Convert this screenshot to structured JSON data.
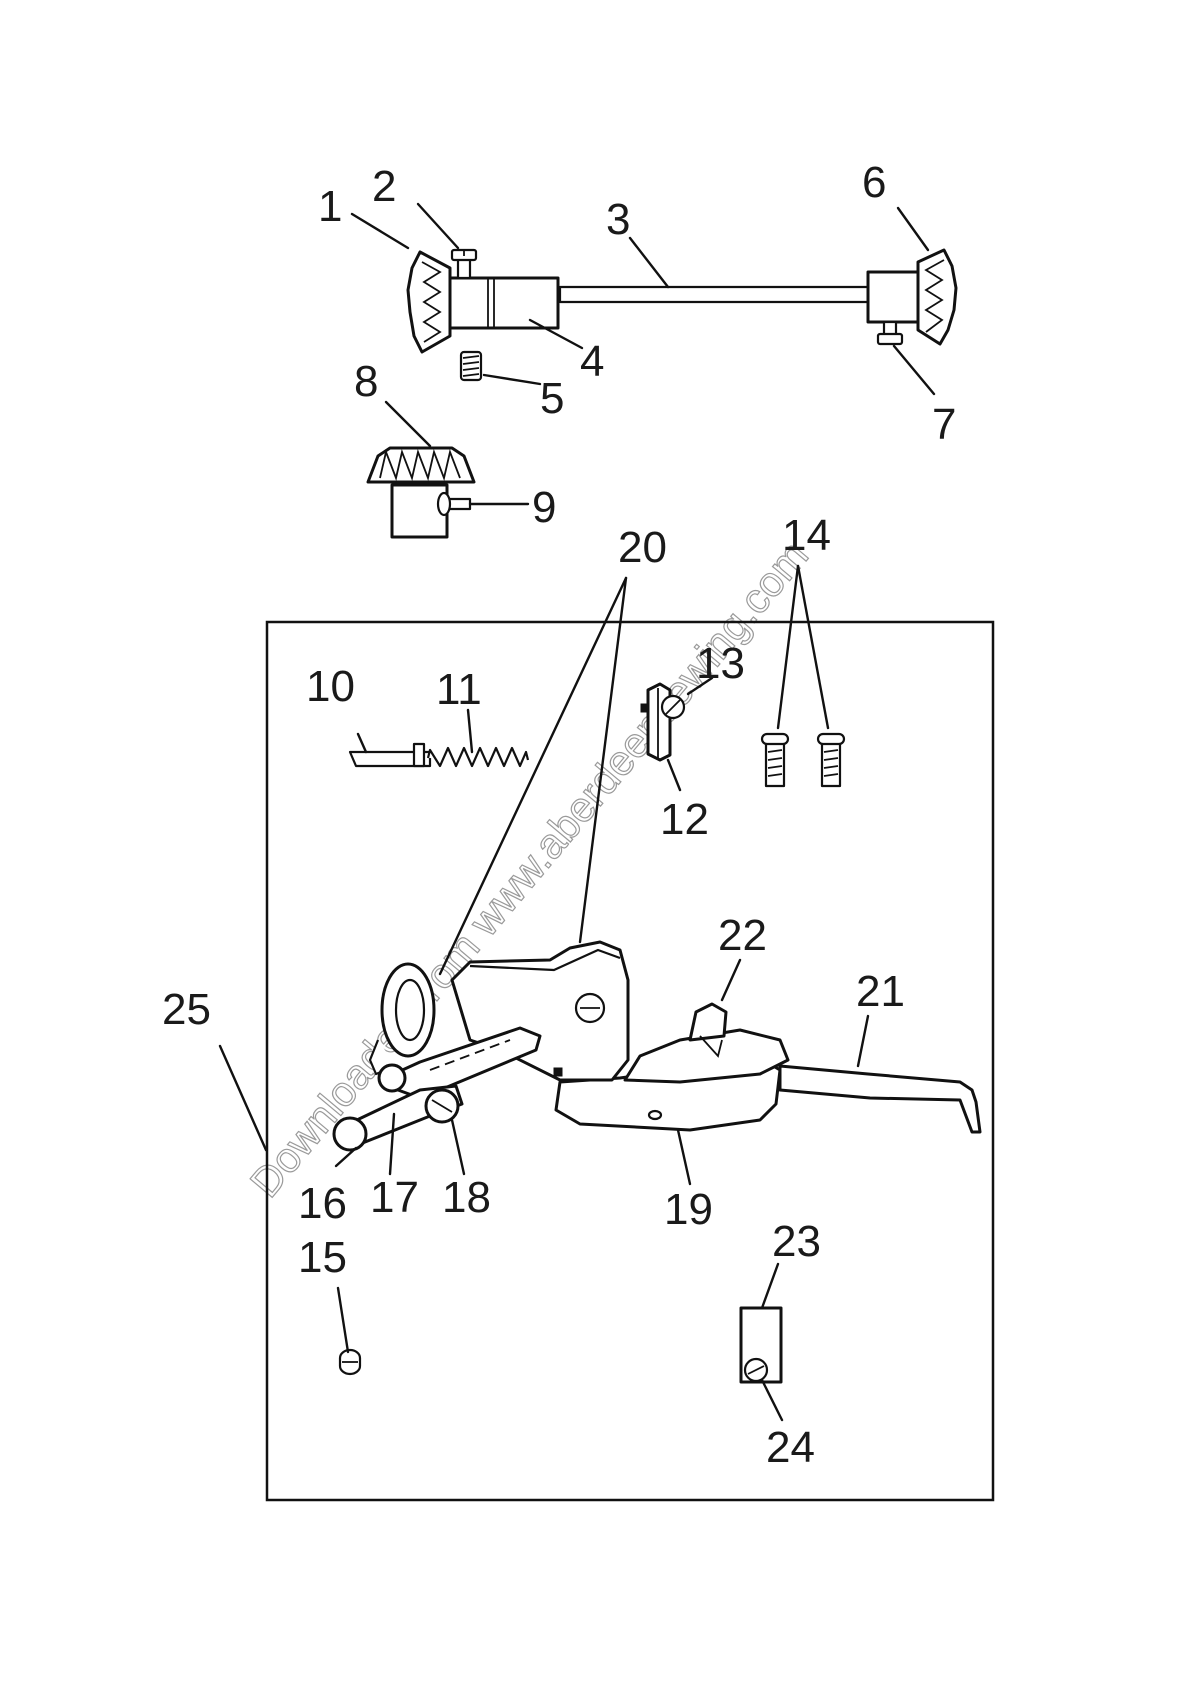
{
  "diagram": {
    "watermark": "Downloaded from www.aberdeensewing.com",
    "part_numbers": [
      {
        "id": "p1",
        "text": "1"
      },
      {
        "id": "p2",
        "text": "2"
      },
      {
        "id": "p3",
        "text": "3"
      },
      {
        "id": "p4",
        "text": "4"
      },
      {
        "id": "p5",
        "text": "5"
      },
      {
        "id": "p6",
        "text": "6"
      },
      {
        "id": "p7",
        "text": "7"
      },
      {
        "id": "p8",
        "text": "8"
      },
      {
        "id": "p9",
        "text": "9"
      },
      {
        "id": "p10",
        "text": "10"
      },
      {
        "id": "p11",
        "text": "11"
      },
      {
        "id": "p12",
        "text": "12"
      },
      {
        "id": "p13",
        "text": "13"
      },
      {
        "id": "p14",
        "text": "14"
      },
      {
        "id": "p15",
        "text": "15"
      },
      {
        "id": "p16",
        "text": "16"
      },
      {
        "id": "p17",
        "text": "17"
      },
      {
        "id": "p18",
        "text": "18"
      },
      {
        "id": "p19",
        "text": "19"
      },
      {
        "id": "p20",
        "text": "20"
      },
      {
        "id": "p21",
        "text": "21"
      },
      {
        "id": "p22",
        "text": "22"
      },
      {
        "id": "p23",
        "text": "23"
      },
      {
        "id": "p24",
        "text": "24"
      },
      {
        "id": "p25",
        "text": "25"
      }
    ]
  }
}
